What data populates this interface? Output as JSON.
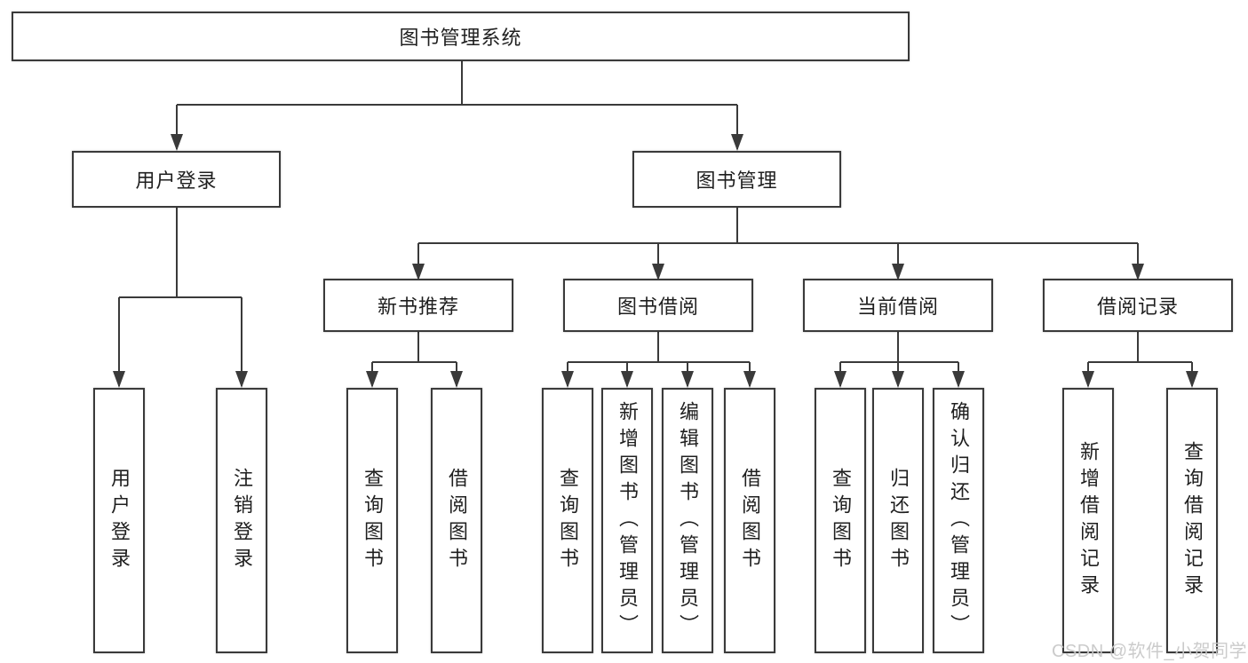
{
  "diagram": {
    "root": {
      "label": "图书管理系统"
    },
    "branches": [
      {
        "label": "用户登录",
        "leaves": [
          "用户登录",
          "注销登录"
        ]
      },
      {
        "label": "图书管理",
        "children": [
          {
            "label": "新书推荐",
            "leaves": [
              "查询图书",
              "借阅图书"
            ]
          },
          {
            "label": "图书借阅",
            "leaves": [
              "查询图书",
              "新增图书（管理员）",
              "编辑图书（管理员）",
              "借阅图书"
            ]
          },
          {
            "label": "当前借阅",
            "leaves": [
              "查询图书",
              "归还图书",
              "确认归还（管理员）"
            ]
          },
          {
            "label": "借阅记录",
            "leaves": [
              "新增借阅记录",
              "查询借阅记录"
            ]
          }
        ]
      }
    ]
  },
  "watermark": {
    "text": "CSDN @软件_小贺同学"
  },
  "colors": {
    "line": "#3a3a3a",
    "box_border": "#3a3a3a",
    "text": "#1f1f1f",
    "watermark": "#c9c9c9",
    "background": "#ffffff"
  }
}
